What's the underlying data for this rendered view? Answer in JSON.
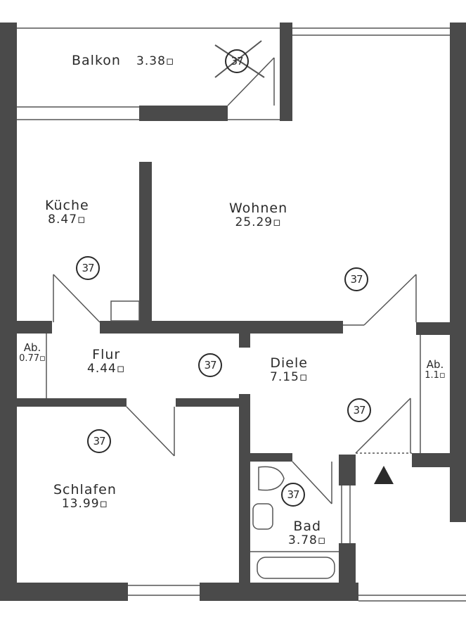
{
  "plan": {
    "wall_color": "#4a4a4a",
    "line_color": "#555555",
    "rooms": [
      {
        "id": "balkon",
        "name": "Balkon",
        "area": "3.38▫",
        "inline": true
      },
      {
        "id": "kueche",
        "name": "Küche",
        "area": "8.47▫"
      },
      {
        "id": "wohnen",
        "name": "Wohnen",
        "area": "25.29▫"
      },
      {
        "id": "ab1",
        "name": "Ab.",
        "area": "0.77▫"
      },
      {
        "id": "flur",
        "name": "Flur",
        "area": "4.44▫"
      },
      {
        "id": "diele",
        "name": "Diele",
        "area": "7.15▫"
      },
      {
        "id": "ab2",
        "name": "Ab.",
        "area": "1.1▫"
      },
      {
        "id": "schlafen",
        "name": "Schlafen",
        "area": "13.99▫"
      },
      {
        "id": "bad",
        "name": "Bad",
        "area": "3.78▫"
      }
    ],
    "badges": [
      {
        "id": "balkon",
        "text": "37",
        "crossed": true
      },
      {
        "id": "kueche",
        "text": "37"
      },
      {
        "id": "wohnen",
        "text": "37"
      },
      {
        "id": "flur",
        "text": "37"
      },
      {
        "id": "diele",
        "text": "37"
      },
      {
        "id": "schlafen",
        "text": "37"
      },
      {
        "id": "bad",
        "text": "37"
      }
    ],
    "entrance_marker": "entrance-arrow"
  }
}
